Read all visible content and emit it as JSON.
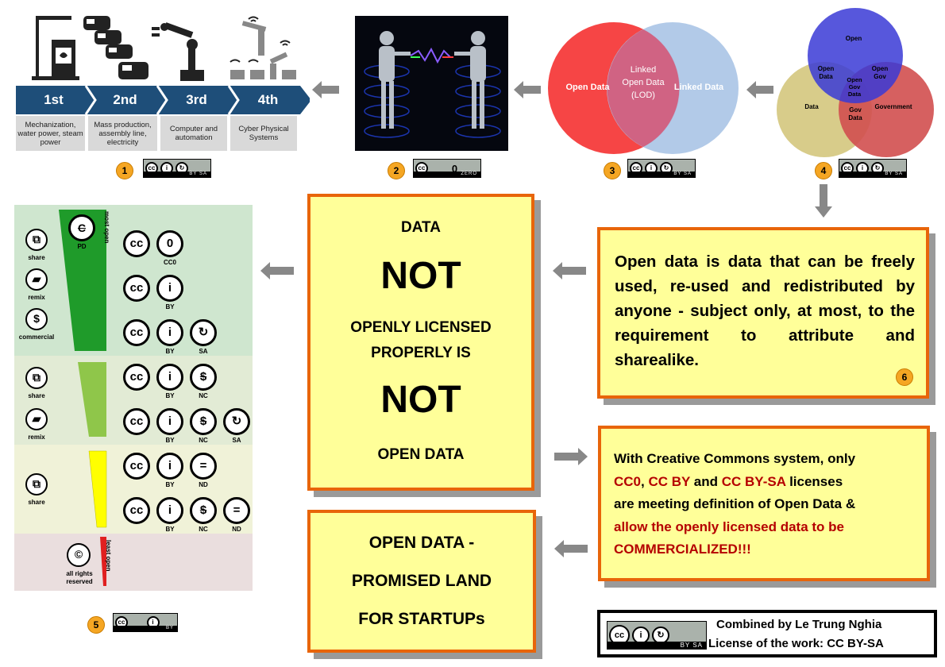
{
  "revolutions": {
    "steps": [
      {
        "label": "1st",
        "desc": "Mechanization, water power, steam power"
      },
      {
        "label": "2nd",
        "desc": "Mass production, assembly line, electricity"
      },
      {
        "label": "3rd",
        "desc": "Computer and automation"
      },
      {
        "label": "4th",
        "desc": "Cyber Physical Systems"
      }
    ]
  },
  "badges": {
    "n1": "1",
    "n2": "2",
    "n3": "3",
    "n4": "4",
    "n5": "5",
    "n6": "6",
    "by_sa": "BY SA",
    "zero": "ZERO",
    "by": "BY"
  },
  "venn_lod": {
    "left": "Open Data",
    "center": "Linked Open Data (LOD)",
    "right": "Linked Data"
  },
  "venn_gov": {
    "top": "Open",
    "left": "Data",
    "right": "Government",
    "open_data": "Open Data",
    "open_gov": "Open Gov",
    "gov_data": "Gov Data",
    "center": "Open Gov Data"
  },
  "definition": "Open data is data that can be freely used, re-used and redistributed by anyone - subject only, at most, to the requirement to attribute and sharealike.",
  "center_box": {
    "l1": "DATA",
    "l2": "NOT",
    "l3": "OPENLY LICENSED",
    "l4": "PROPERLY IS",
    "l5": "NOT",
    "l6": "OPEN DATA"
  },
  "cc_box": {
    "t1": "With Creative Commons system, only",
    "cc0": "CC0",
    "t2": ", ",
    "ccby": "CC BY",
    "t3": " and ",
    "ccbysa": "CC BY-SA",
    "t4": " licenses",
    "t5": "are meeting definition of Open Data &",
    "t6": "allow the openly licensed data to be",
    "t7": "COMMERCIALIZED!!!"
  },
  "promised": {
    "l1": "OPEN DATA -",
    "l2": "PROMISED LAND",
    "l3": "FOR STARTUPs"
  },
  "credit": {
    "l1": "Combined by Le Trung Nghia",
    "l2": "License of the work: CC BY-SA",
    "by_sa": "BY SA"
  },
  "license_chart": {
    "most_open": "most open",
    "least_open": "least open",
    "pd": "PD",
    "cc0": "CC0",
    "by": "BY",
    "sa": "SA",
    "nc": "NC",
    "nd": "ND",
    "share": "share",
    "remix": "remix",
    "commercial": "commercial",
    "all_rights": "all rights reserved"
  },
  "colors": {
    "orange_border": "#e8650a",
    "yellow_fill": "#ffff99",
    "dark_red": "#b50000",
    "rev_blue": "#1e4e79"
  }
}
